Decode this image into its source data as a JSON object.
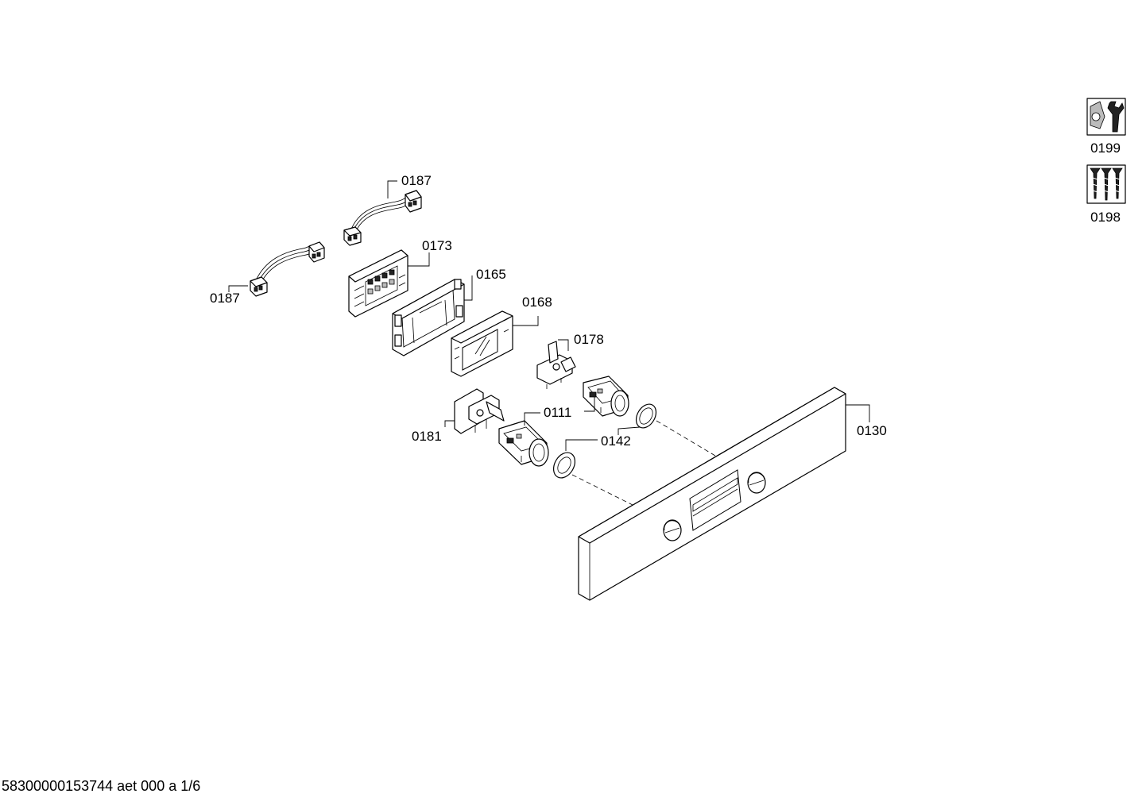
{
  "diagram": {
    "callouts": [
      {
        "id": "0187",
        "label": "0187"
      },
      {
        "id": "0187b",
        "label": "0187"
      },
      {
        "id": "0173",
        "label": "0173"
      },
      {
        "id": "0165",
        "label": "0165"
      },
      {
        "id": "0168",
        "label": "0168"
      },
      {
        "id": "0178",
        "label": "0178"
      },
      {
        "id": "0111",
        "label": "0111"
      },
      {
        "id": "0181",
        "label": "0181"
      },
      {
        "id": "0142",
        "label": "0142"
      },
      {
        "id": "0130",
        "label": "0130"
      }
    ],
    "side_icons": [
      {
        "label": "0199",
        "icon": "wrench-nut-icon"
      },
      {
        "label": "0198",
        "icon": "screws-icon"
      }
    ]
  },
  "footer": {
    "text": "58300000153744 aet 000 a 1/6"
  }
}
